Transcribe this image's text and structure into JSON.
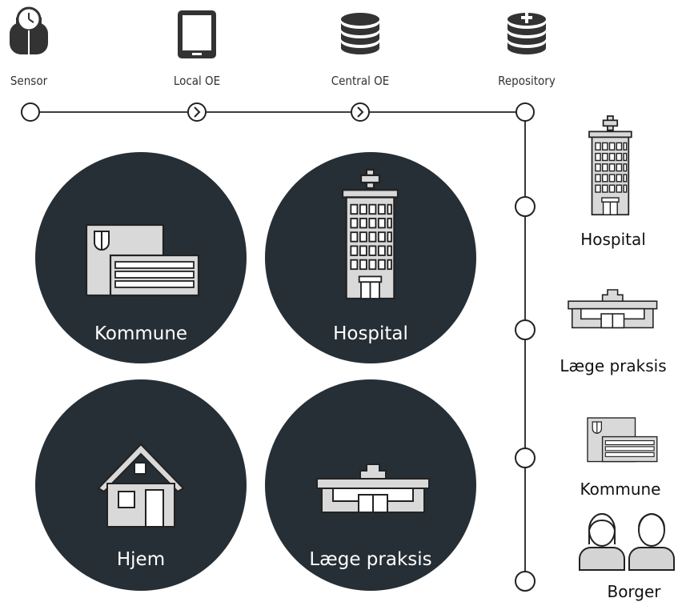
{
  "pipeline": {
    "steps": [
      {
        "label": "Sensor",
        "icon": "scale-icon"
      },
      {
        "label": "Local OE",
        "icon": "tablet-icon"
      },
      {
        "label": "Central OE",
        "icon": "database-icon"
      },
      {
        "label": "Repository",
        "icon": "database-plus-icon"
      }
    ]
  },
  "settings": [
    {
      "label": "Kommune",
      "icon": "municipality-building-icon"
    },
    {
      "label": "Hospital",
      "icon": "hospital-icon"
    },
    {
      "label": "Hjem",
      "icon": "house-icon"
    },
    {
      "label": "Læge praksis",
      "icon": "clinic-icon"
    }
  ],
  "recipients": [
    {
      "label": "Hospital",
      "icon": "hospital-icon"
    },
    {
      "label": "Læge praksis",
      "icon": "clinic-icon"
    },
    {
      "label": "Kommune",
      "icon": "municipality-building-icon"
    },
    {
      "label": "Borger",
      "icon": "citizens-icon"
    }
  ],
  "colors": {
    "circle_fill": "#262f36",
    "icon_fill": "#d4d4d4",
    "line": "#222222"
  }
}
